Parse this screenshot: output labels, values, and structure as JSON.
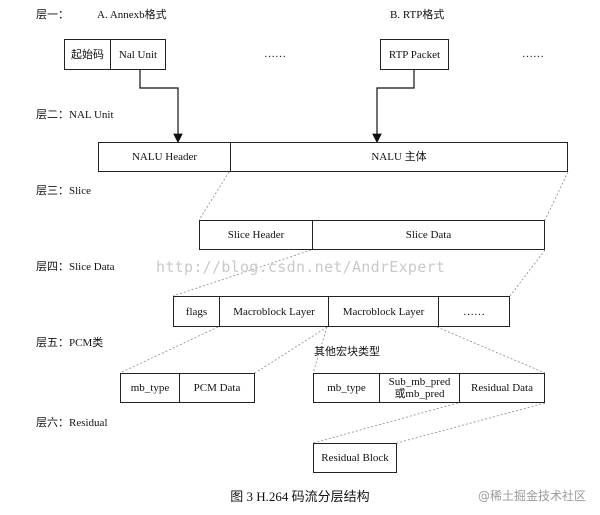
{
  "layers": {
    "l1": "层一：",
    "l2": "层二：NAL Unit",
    "l3": "层三：Slice",
    "l4": "层四：Slice Data",
    "l5": "层五：PCM类",
    "l6": "层六：Residual"
  },
  "formats": {
    "annexb": "A. Annexb格式",
    "rtp": "B. RTP格式"
  },
  "row1": {
    "start_code": "起始码",
    "nal_unit": "Nal Unit",
    "ellipsis": "……",
    "rtp_packet": "RTP Packet",
    "ellipsis2": "……"
  },
  "row2": {
    "nalu_header": "NALU Header",
    "nalu_body": "NALU 主体"
  },
  "row3": {
    "slice_header": "Slice Header",
    "slice_data": "Slice Data"
  },
  "row4": {
    "flags": "flags",
    "mb_layer_1": "Macroblock Layer",
    "mb_layer_2": "Macroblock Layer",
    "ellipsis": "……"
  },
  "row5": {
    "other_types": "其他宏块类型",
    "mb_type_1": "mb_type",
    "pcm_data": "PCM Data",
    "mb_type_2": "mb_type",
    "sub_mb_pred_1": "Sub_mb_pred",
    "sub_mb_pred_2": "或mb_pred",
    "residual_data": "Residual Data"
  },
  "row6": {
    "residual_block": "Residual Block"
  },
  "watermark": "http://blog.csdn.net/AndrExpert",
  "caption": "图 3 H.264 码流分层结构",
  "brand": "@稀土掘金技术社区"
}
